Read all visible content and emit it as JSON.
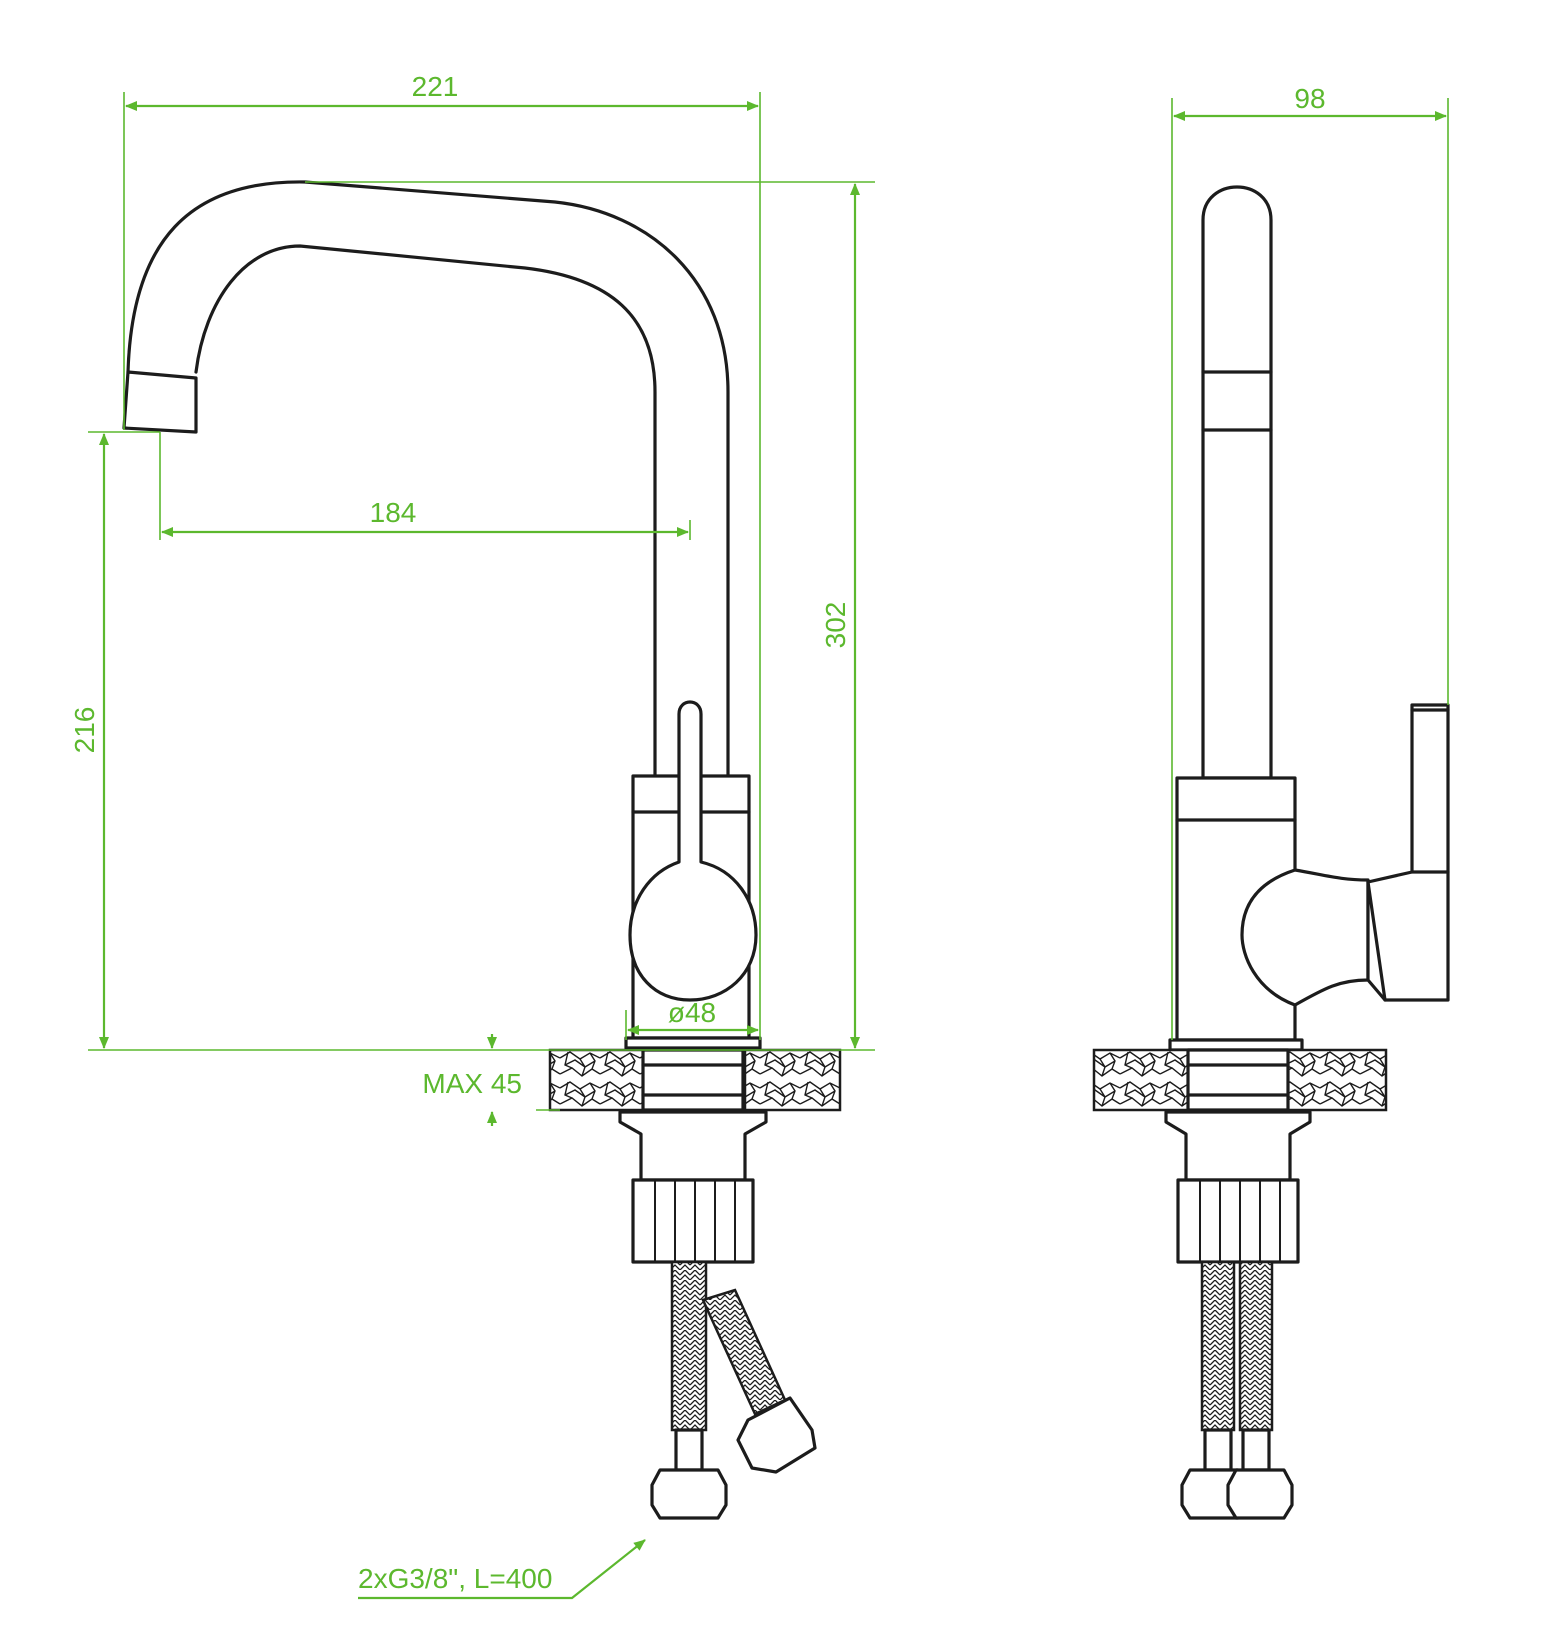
{
  "colors": {
    "dimension": "#5cb82e",
    "outline": "#1c1c1c",
    "background": "#ffffff"
  },
  "front_view": {
    "overall_width": "221",
    "spout_reach": "184",
    "overall_height": "302",
    "spout_height": "216",
    "base_diameter": "ø48",
    "max_counter_thickness": "MAX 45",
    "connection_hoses": "2xG3/8\", L=400"
  },
  "side_view": {
    "overall_depth": "98"
  }
}
